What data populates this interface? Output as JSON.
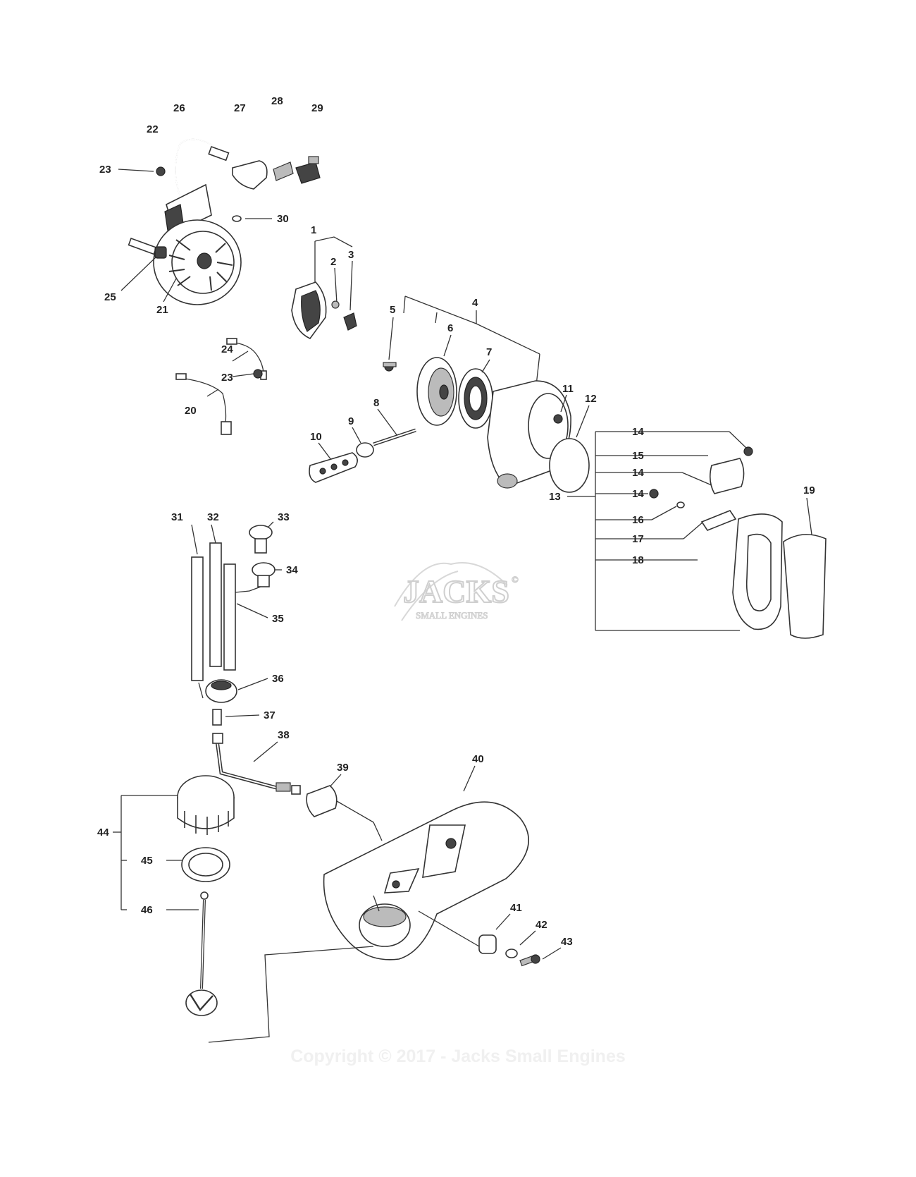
{
  "watermark": {
    "brand": "JACKS",
    "registered": "©",
    "tagline": "SMALL ENGINES",
    "copyright": "Copyright © 2017 - Jacks Small Engines"
  },
  "callouts": {
    "c1": "1",
    "c2": "2",
    "c3": "3",
    "c4": "4",
    "c5": "5",
    "c6": "6",
    "c7": "7",
    "c8": "8",
    "c9": "9",
    "c10": "10",
    "c11": "11",
    "c12": "12",
    "c13": "13",
    "c14a": "14",
    "c14b": "14",
    "c14c": "14",
    "c15": "15",
    "c16": "16",
    "c17": "17",
    "c18": "18",
    "c19": "19",
    "c20": "20",
    "c21": "21",
    "c22": "22",
    "c23a": "23",
    "c23b": "23",
    "c24": "24",
    "c25": "25",
    "c26": "26",
    "c27": "27",
    "c28": "28",
    "c29": "29",
    "c30": "30",
    "c31": "31",
    "c32": "32",
    "c33": "33",
    "c34": "34",
    "c35": "35",
    "c36": "36",
    "c37": "37",
    "c38": "38",
    "c39": "39",
    "c40": "40",
    "c41": "41",
    "c42": "42",
    "c43": "43",
    "c44": "44",
    "c45": "45",
    "c46": "46"
  }
}
